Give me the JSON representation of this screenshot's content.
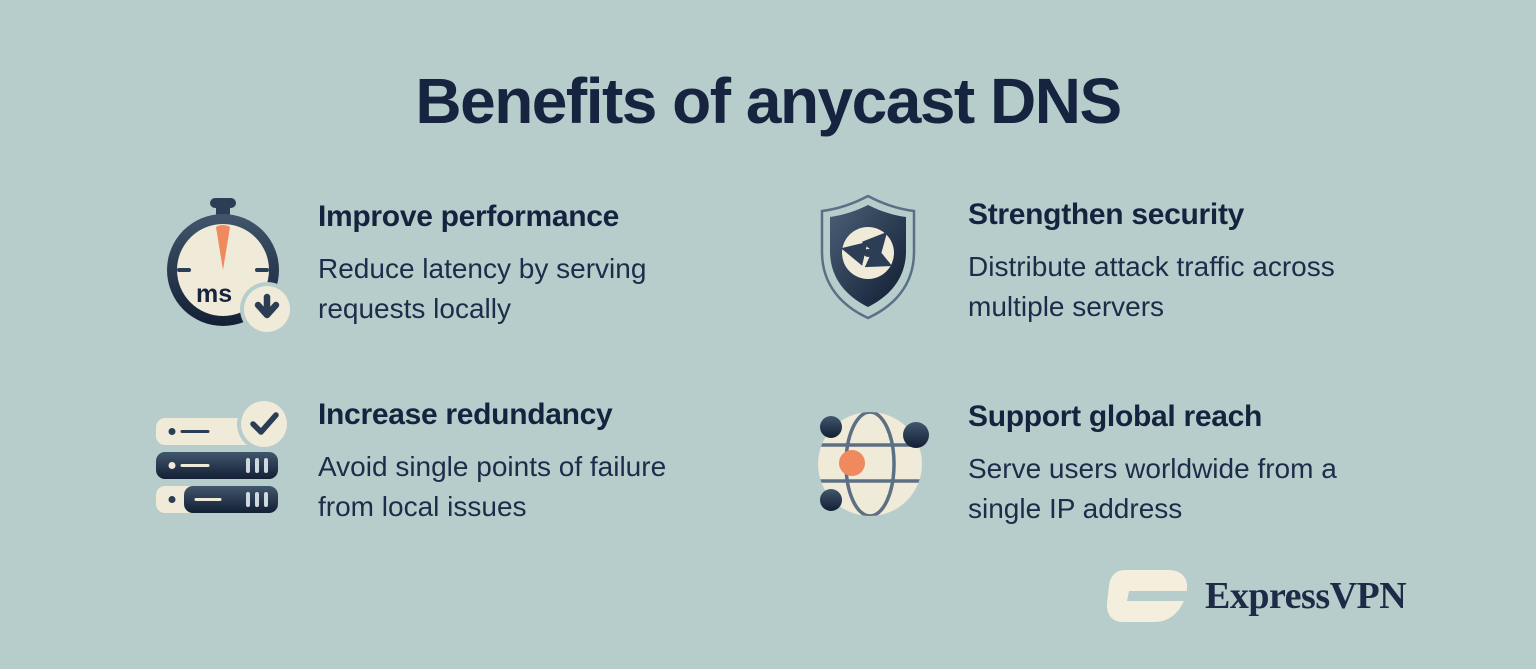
{
  "title": "Benefits of anycast DNS",
  "benefits": [
    {
      "icon": "stopwatch-icon",
      "heading": "Improve performance",
      "description": "Reduce latency by serving requests locally"
    },
    {
      "icon": "shield-icon",
      "heading": "Strengthen security",
      "description": "Distribute attack traffic across multiple servers"
    },
    {
      "icon": "server-stack-icon",
      "heading": "Increase redundancy",
      "description": "Avoid single points of failure from local issues"
    },
    {
      "icon": "globe-icon",
      "heading": "Support global reach",
      "description": "Serve users worldwide from a single IP address"
    }
  ],
  "stopwatch_label": "ms",
  "logo": {
    "brand": "ExpressVPN"
  },
  "colors": {
    "background": "#b6cdcc",
    "navy": "#16243f",
    "cream": "#f0ead9",
    "orange": "#ef8a5e"
  }
}
